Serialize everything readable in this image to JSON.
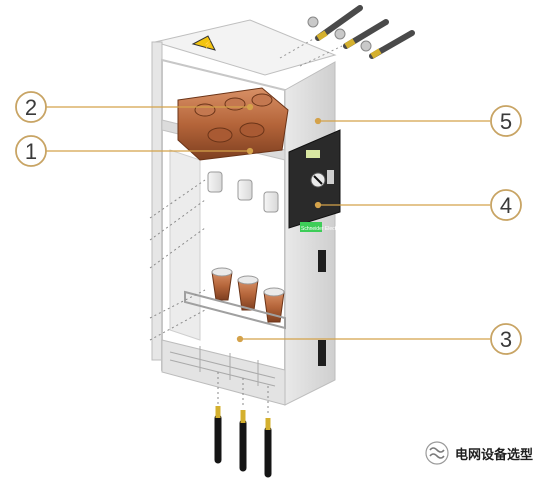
{
  "callouts": [
    {
      "id": "1",
      "label": "1"
    },
    {
      "id": "2",
      "label": "2"
    },
    {
      "id": "3",
      "label": "3"
    },
    {
      "id": "4",
      "label": "4"
    },
    {
      "id": "5",
      "label": "5"
    }
  ],
  "panel_label": "Schneider Electric",
  "watermark": {
    "text": "电网设备选型",
    "icon": "wechat-channel-icon"
  },
  "colors": {
    "callout_ring": "#c8a464",
    "leader_line": "#d4a24a",
    "cabinet_frame": "#dcdcdc",
    "busbar_copper": "#b86a3e",
    "control_panel": "#2a2a2a",
    "cable_black": "#151515"
  }
}
